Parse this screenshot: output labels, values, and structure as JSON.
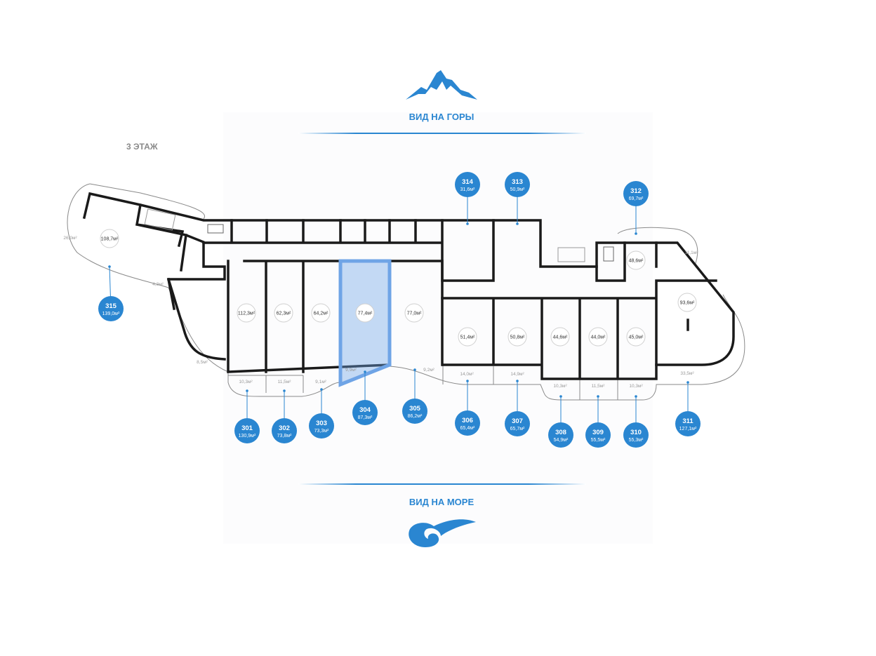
{
  "floor_label": "3 ЭТАЖ",
  "top_view": {
    "label": "ВИД НА ГОРЫ",
    "icon": "mountain-icon"
  },
  "bottom_view": {
    "label": "ВИД НА МОРЕ",
    "icon": "wave-icon"
  },
  "accent_color": "#2a86d1",
  "highlight_color": "#6fa4e6",
  "selected_unit": "304",
  "units": [
    {
      "number": "301",
      "area": "130,9м²",
      "room_area": "112,3м²",
      "balcony_area": "10,3м²"
    },
    {
      "number": "302",
      "area": "73,8м²",
      "room_area": "62,3м²",
      "balcony_area": "11,5м²"
    },
    {
      "number": "303",
      "area": "73,3м²",
      "room_area": "64,2м²",
      "balcony_area": "9,1м²"
    },
    {
      "number": "304",
      "area": "87,3м²",
      "room_area": "77,4м²",
      "balcony_area": "9,9м²"
    },
    {
      "number": "305",
      "area": "86,2м²",
      "room_area": "77,0м²",
      "balcony_area": "9,2м²"
    },
    {
      "number": "306",
      "area": "65,4м²",
      "room_area": "51,4м²",
      "balcony_area": "14,0м²"
    },
    {
      "number": "307",
      "area": "65,7м²",
      "room_area": "50,8м²",
      "balcony_area": "14,9м²"
    },
    {
      "number": "308",
      "area": "54,9м²",
      "room_area": "44,6м²",
      "balcony_area": "10,3м²"
    },
    {
      "number": "309",
      "area": "55,5м²",
      "room_area": "44,0м²",
      "balcony_area": "11,5м²"
    },
    {
      "number": "310",
      "area": "55,3м²",
      "room_area": "45,0м²",
      "balcony_area": "10,3м²"
    },
    {
      "number": "311",
      "area": "127,1м²",
      "room_area": "93,6м²",
      "balcony_area": "33,5м²"
    },
    {
      "number": "312",
      "area": "69,7м²",
      "room_area": "48,6м²",
      "balcony_area": "11,1м²"
    },
    {
      "number": "313",
      "area": "50,9м²"
    },
    {
      "number": "314",
      "area": "31,6м²"
    },
    {
      "number": "315",
      "area": "139,0м²",
      "room_area": "108,7м²",
      "balcony_area": "26,0м²",
      "balcony_area_2": "4,3м²",
      "balcony_area_3": "8,5м²"
    }
  ]
}
